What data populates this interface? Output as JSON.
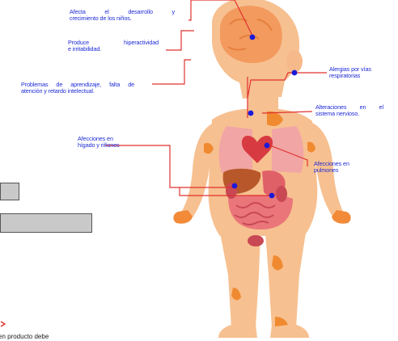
{
  "labels": {
    "desarrollo": [
      "Afecta el desarrollo y",
      "crecimiento de los niños."
    ],
    "hiperactividad": [
      "Produce hiperactividad",
      "e irritabilidad."
    ],
    "aprendizaje": [
      "Problemas de aprendizaje, falta de",
      "atención y retardo intelectual."
    ],
    "alergias": [
      "Alergias por vías",
      "respiratorias"
    ],
    "nervioso": [
      "Alteraciones en el",
      "sistema nervioso."
    ],
    "higado": [
      "Afecciones en",
      "hígado y riñones"
    ],
    "pulmones": [
      "Afecciones en",
      "pulmones"
    ]
  },
  "fragment_text": "en producto debe",
  "colors": {
    "label": "#1e2bd6",
    "leader_line": "#e0312e",
    "marker": "#1a1ad8",
    "body": "#f7c090",
    "body_spots": "#f08a30",
    "organs": "#e0505a"
  }
}
